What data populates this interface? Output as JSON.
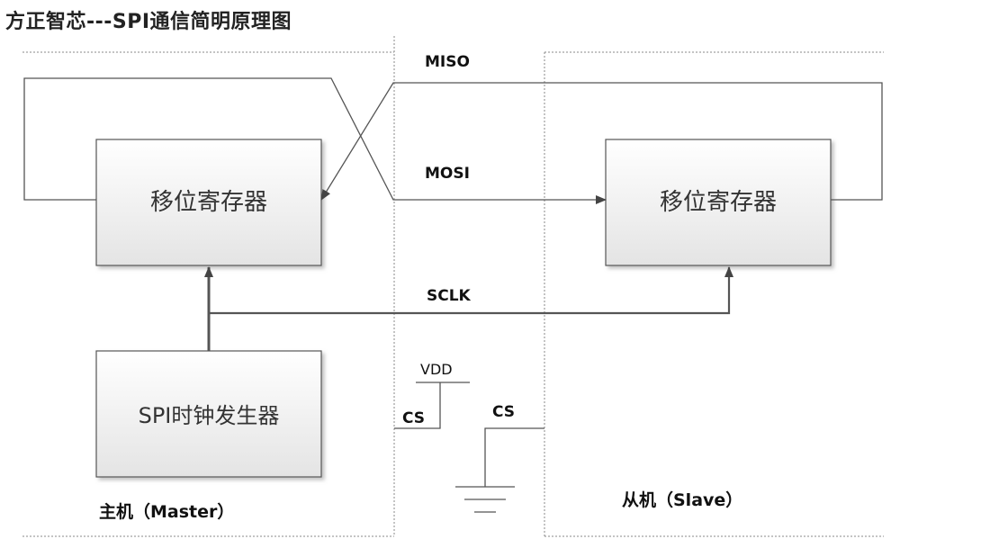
{
  "title": "方正智芯---SPI通信简明原理图",
  "master": {
    "shift_register_label": "移位寄存器",
    "clock_generator_label": "SPI时钟发生器",
    "section_label": "主机（Master）"
  },
  "slave": {
    "shift_register_label": "移位寄存器",
    "section_label": "从机（Slave）"
  },
  "signals": {
    "miso": "MISO",
    "mosi": "MOSI",
    "sclk": "SCLK",
    "vdd": "VDD",
    "cs_master": "CS",
    "cs_slave": "CS"
  },
  "colors": {
    "box_fill_top": "#ffffff",
    "box_fill_bottom": "#e6e6e6",
    "line": "#555555",
    "dotted": "#888888"
  }
}
